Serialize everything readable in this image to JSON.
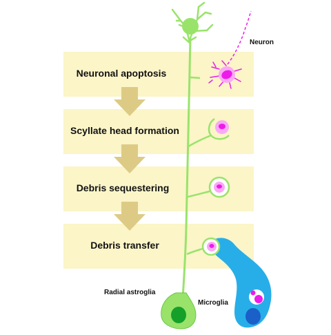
{
  "steps": [
    {
      "label": "Neuronal apoptosis"
    },
    {
      "label": "Scyllate head formation"
    },
    {
      "label": "Debris sequestering"
    },
    {
      "label": "Debris transfer"
    }
  ],
  "labels": {
    "neuron": "Neuron",
    "radial_astroglia": "Radial astroglia",
    "microglia": "Microglia"
  },
  "colors": {
    "panel": "#FBF5C8",
    "arrow": "#DDCB85",
    "glia": "#99E36B",
    "glia_outline": "#6DC545",
    "glia_nucleus": "#15A02A",
    "magenta": "#EC1BEA",
    "magenta_light": "#F9A9F5",
    "microglia": "#27AEE8",
    "microglia_nucleus": "#1B5FC9"
  }
}
